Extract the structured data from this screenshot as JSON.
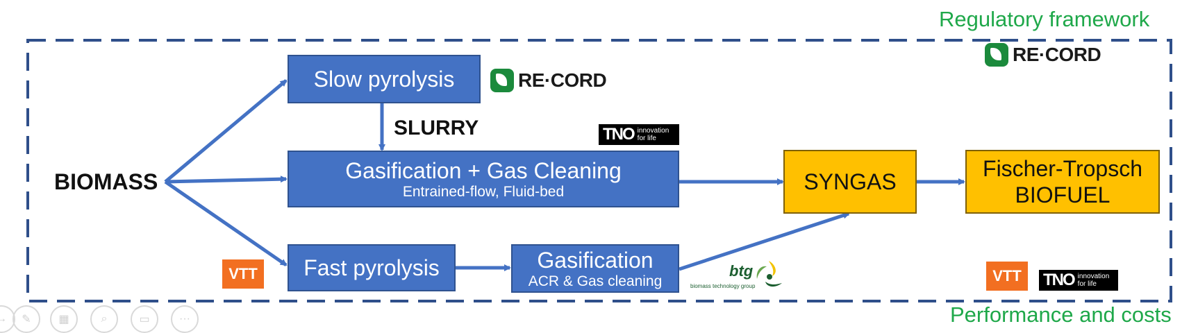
{
  "labels": {
    "regulatory": "Regulatory framework",
    "performance": "Performance and costs",
    "biomass": "BIOMASS",
    "slurry": "SLURRY"
  },
  "boxes": {
    "slow_pyrolysis": "Slow pyrolysis",
    "gasification_main": "Gasification + Gas Cleaning",
    "gasification_main_sub": "Entrained-flow, Fluid-bed",
    "fast_pyrolysis": "Fast pyrolysis",
    "gasification": "Gasification",
    "gasification_sub": "ACR & Gas cleaning",
    "syngas": "SYNGAS",
    "ft_line1": "Fischer-Tropsch",
    "ft_line2": "BIOFUEL"
  },
  "logos": {
    "record": "RE·CORD",
    "vtt": "VTT",
    "tno_main": "TNO",
    "tno_tag_1": "innovation",
    "tno_tag_2": "for life",
    "btg": "btg",
    "btg_sub": "biomass technology group"
  },
  "colors": {
    "arrow": "#4472c4",
    "box_blue": "#4472c4",
    "box_gold": "#ffc000",
    "dash_frame": "#2f4f8a",
    "green_text": "#1fa84a",
    "record_green": "#1b8a3c",
    "vtt_orange": "#f26f21"
  },
  "controls": [
    {
      "icon": "arrow-icon"
    },
    {
      "icon": "pen-icon"
    },
    {
      "icon": "slides-icon"
    },
    {
      "icon": "zoom-icon"
    },
    {
      "icon": "subtitles-icon"
    },
    {
      "icon": "more-icon"
    }
  ]
}
